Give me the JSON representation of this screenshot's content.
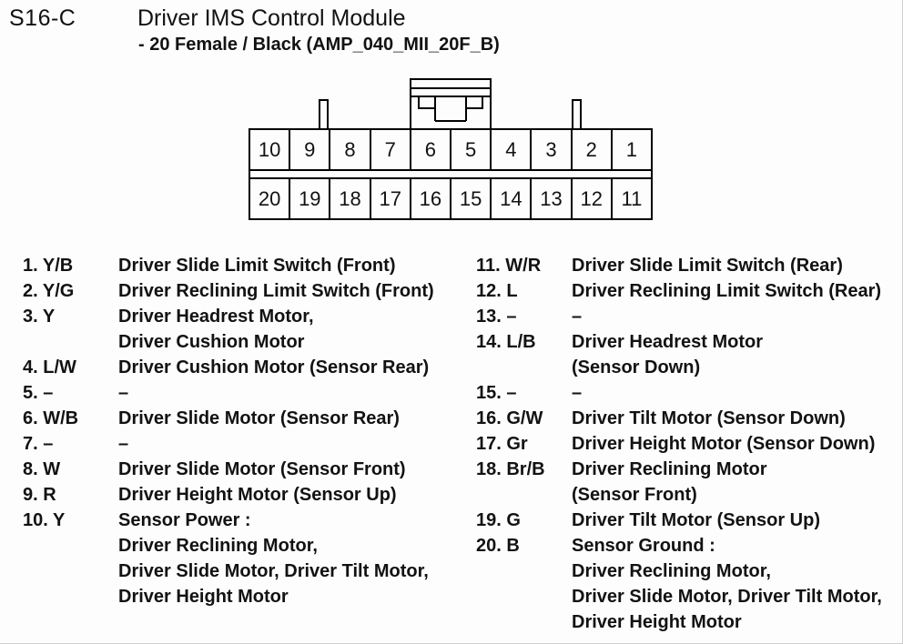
{
  "header": {
    "code": "S16-C",
    "title": "Driver IMS Control Module",
    "subtitle": "- 20 Female / Black (AMP_040_MII_20F_B)"
  },
  "colors": {
    "line": "#000000",
    "text": "#121212",
    "background": "#fdfdfd"
  },
  "connector": {
    "top_row": [
      "10",
      "9",
      "8",
      "7",
      "6",
      "5",
      "4",
      "3",
      "2",
      "1"
    ],
    "bottom_row": [
      "20",
      "19",
      "18",
      "17",
      "16",
      "15",
      "14",
      "13",
      "12",
      "11"
    ]
  },
  "pins_left": [
    {
      "label": "1. Y/B",
      "desc": "Driver Slide Limit Switch (Front)"
    },
    {
      "label": "2. Y/G",
      "desc": "Driver Reclining Limit Switch (Front)"
    },
    {
      "label": "3. Y",
      "desc": "Driver Headrest Motor,\nDriver Cushion Motor"
    },
    {
      "label": "4. L/W",
      "desc": "Driver Cushion Motor (Sensor Rear)"
    },
    {
      "label": "5. –",
      "desc": "–"
    },
    {
      "label": "6. W/B",
      "desc": "Driver Slide Motor (Sensor Rear)"
    },
    {
      "label": "7. –",
      "desc": "–"
    },
    {
      "label": "8. W",
      "desc": "Driver Slide Motor (Sensor Front)"
    },
    {
      "label": "9. R",
      "desc": "Driver Height Motor (Sensor Up)"
    },
    {
      "label": "10. Y",
      "desc": "Sensor Power :\nDriver Reclining Motor,\nDriver Slide Motor, Driver Tilt Motor,\nDriver Height Motor"
    }
  ],
  "pins_right": [
    {
      "label": "11. W/R",
      "desc": "Driver Slide Limit Switch (Rear)"
    },
    {
      "label": "12. L",
      "desc": "Driver Reclining Limit Switch (Rear)"
    },
    {
      "label": "13. –",
      "desc": "–"
    },
    {
      "label": "14. L/B",
      "desc": "Driver Headrest Motor\n(Sensor Down)"
    },
    {
      "label": "15. –",
      "desc": "–"
    },
    {
      "label": "16. G/W",
      "desc": "Driver Tilt Motor (Sensor Down)"
    },
    {
      "label": "17. Gr",
      "desc": "Driver Height Motor (Sensor Down)"
    },
    {
      "label": "18. Br/B",
      "desc": "Driver Reclining Motor\n(Sensor Front)"
    },
    {
      "label": "19. G",
      "desc": "Driver Tilt Motor (Sensor Up)"
    },
    {
      "label": "20. B",
      "desc": "Sensor Ground :\nDriver Reclining Motor,\nDriver Slide Motor, Driver Tilt Motor,\nDriver Height Motor"
    }
  ]
}
